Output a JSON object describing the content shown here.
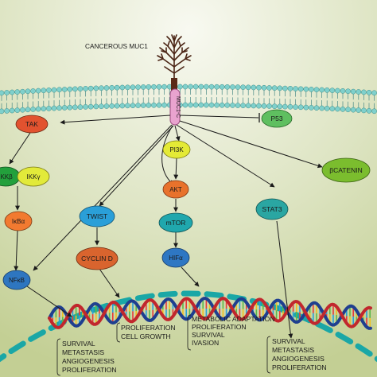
{
  "diagram": {
    "receptor_label": "CANCEROUS MUC1",
    "muc1_c_label": "MUC1-C",
    "nodes": {
      "tak": "TAK",
      "ikkb": "IKKβ",
      "ikkg": "IKKγ",
      "ikba": "IκBα",
      "nfkb": "NFκB",
      "p53": "P53",
      "bcatenin": "βCATENIN",
      "pi3k": "PI3K",
      "akt": "AKT",
      "mtor": "mTOR",
      "hif": "HIFα",
      "twist": "TWIST",
      "cyclin_d": "CYCLIN D",
      "stat3": "STAT3"
    },
    "outcomes": {
      "nfkb_group": [
        "SURVIVAL",
        "METASTASIS",
        "ANGIOGENESIS",
        "PROLIFERATION"
      ],
      "cyclin_group": [
        "PROLIFERATION",
        "CELL GROWTH"
      ],
      "hif_group": [
        "METABOLIC ADAPTATION",
        "PROLIFERATION",
        "SURVIVAL",
        "IVASION"
      ],
      "stat3_group": [
        "SURVIVAL",
        "METASTASIS",
        "ANGIOGENESIS",
        "PROLIFERATION"
      ]
    },
    "colors": {
      "background": "#e4e8cf",
      "membrane_head": "#7fd0cc",
      "muc1": "#e9a3cf",
      "tak": "#e2522f",
      "ikkb": "#23a03c",
      "ikkg": "#e2ea3a",
      "ikba": "#f27a30",
      "nfkb": "#2e76c0",
      "p53": "#5fbf60",
      "bcatenin": "#7bbd2e",
      "pi3k": "#e4ea36",
      "akt": "#e8722c",
      "mtor": "#20a7ad",
      "hif": "#2e77c3",
      "twist": "#2a9fd8",
      "cyclin_d": "#d9642e",
      "stat3": "#2aa6a2",
      "nucleus": "#1aa7a6",
      "dna_red": "#c1272d",
      "dna_blue": "#1f3f8f"
    }
  }
}
